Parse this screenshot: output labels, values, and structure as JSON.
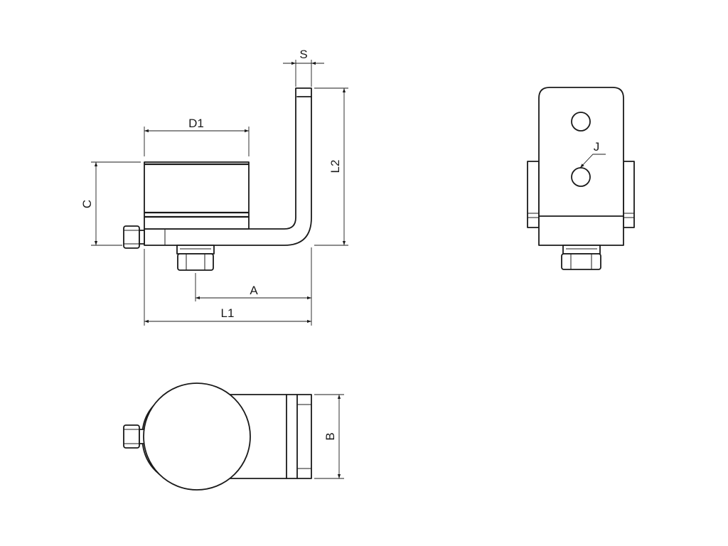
{
  "dimensions": {
    "S": "S",
    "D1": "D1",
    "L2": "L2",
    "C": "C",
    "A": "A",
    "L1": "L1",
    "J": "J",
    "B": "B"
  },
  "colors": {
    "line": "#1a1a1a",
    "background": "#ffffff"
  }
}
